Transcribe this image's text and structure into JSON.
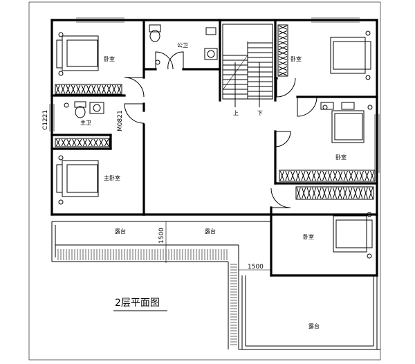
{
  "title": "2层平面图",
  "rooms": {
    "bedroom_top_left": "卧室",
    "public_bath": "公卫",
    "master_bath": "主卫",
    "master_bedroom": "主卧室",
    "bedroom_top_right": "卧室",
    "bedroom_middle_right": "卧室",
    "bedroom_bottom_right": "卧室",
    "balcony_left": "露台",
    "balcony_center": "露台",
    "terrace_bottom": "露台"
  },
  "stairs": {
    "up": "上",
    "down": "下"
  },
  "codes": {
    "window": "C1221",
    "door": "M0821"
  },
  "dimensions": {
    "vertical": "1500",
    "horizontal": "1500"
  }
}
